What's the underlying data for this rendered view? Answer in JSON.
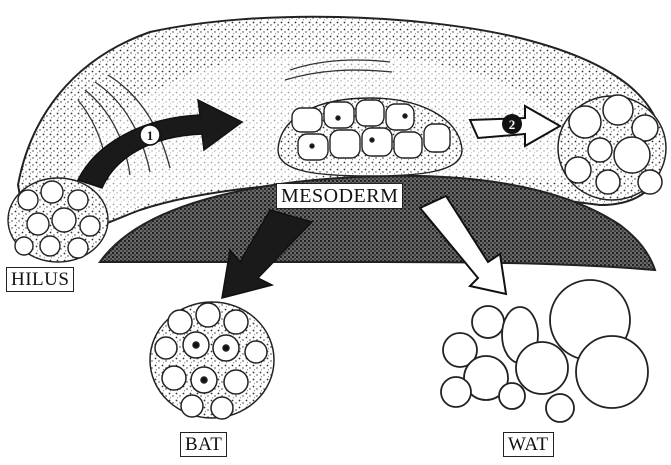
{
  "labels": {
    "mesoderm": "MESODERM",
    "hilus": "HILUS",
    "bat": "BAT",
    "wat": "WAT"
  },
  "markers": {
    "one": "1",
    "two": "2"
  },
  "colors": {
    "ink": "#1a1a1a",
    "paper": "#ffffff",
    "stipple": "#3a3a3a"
  }
}
